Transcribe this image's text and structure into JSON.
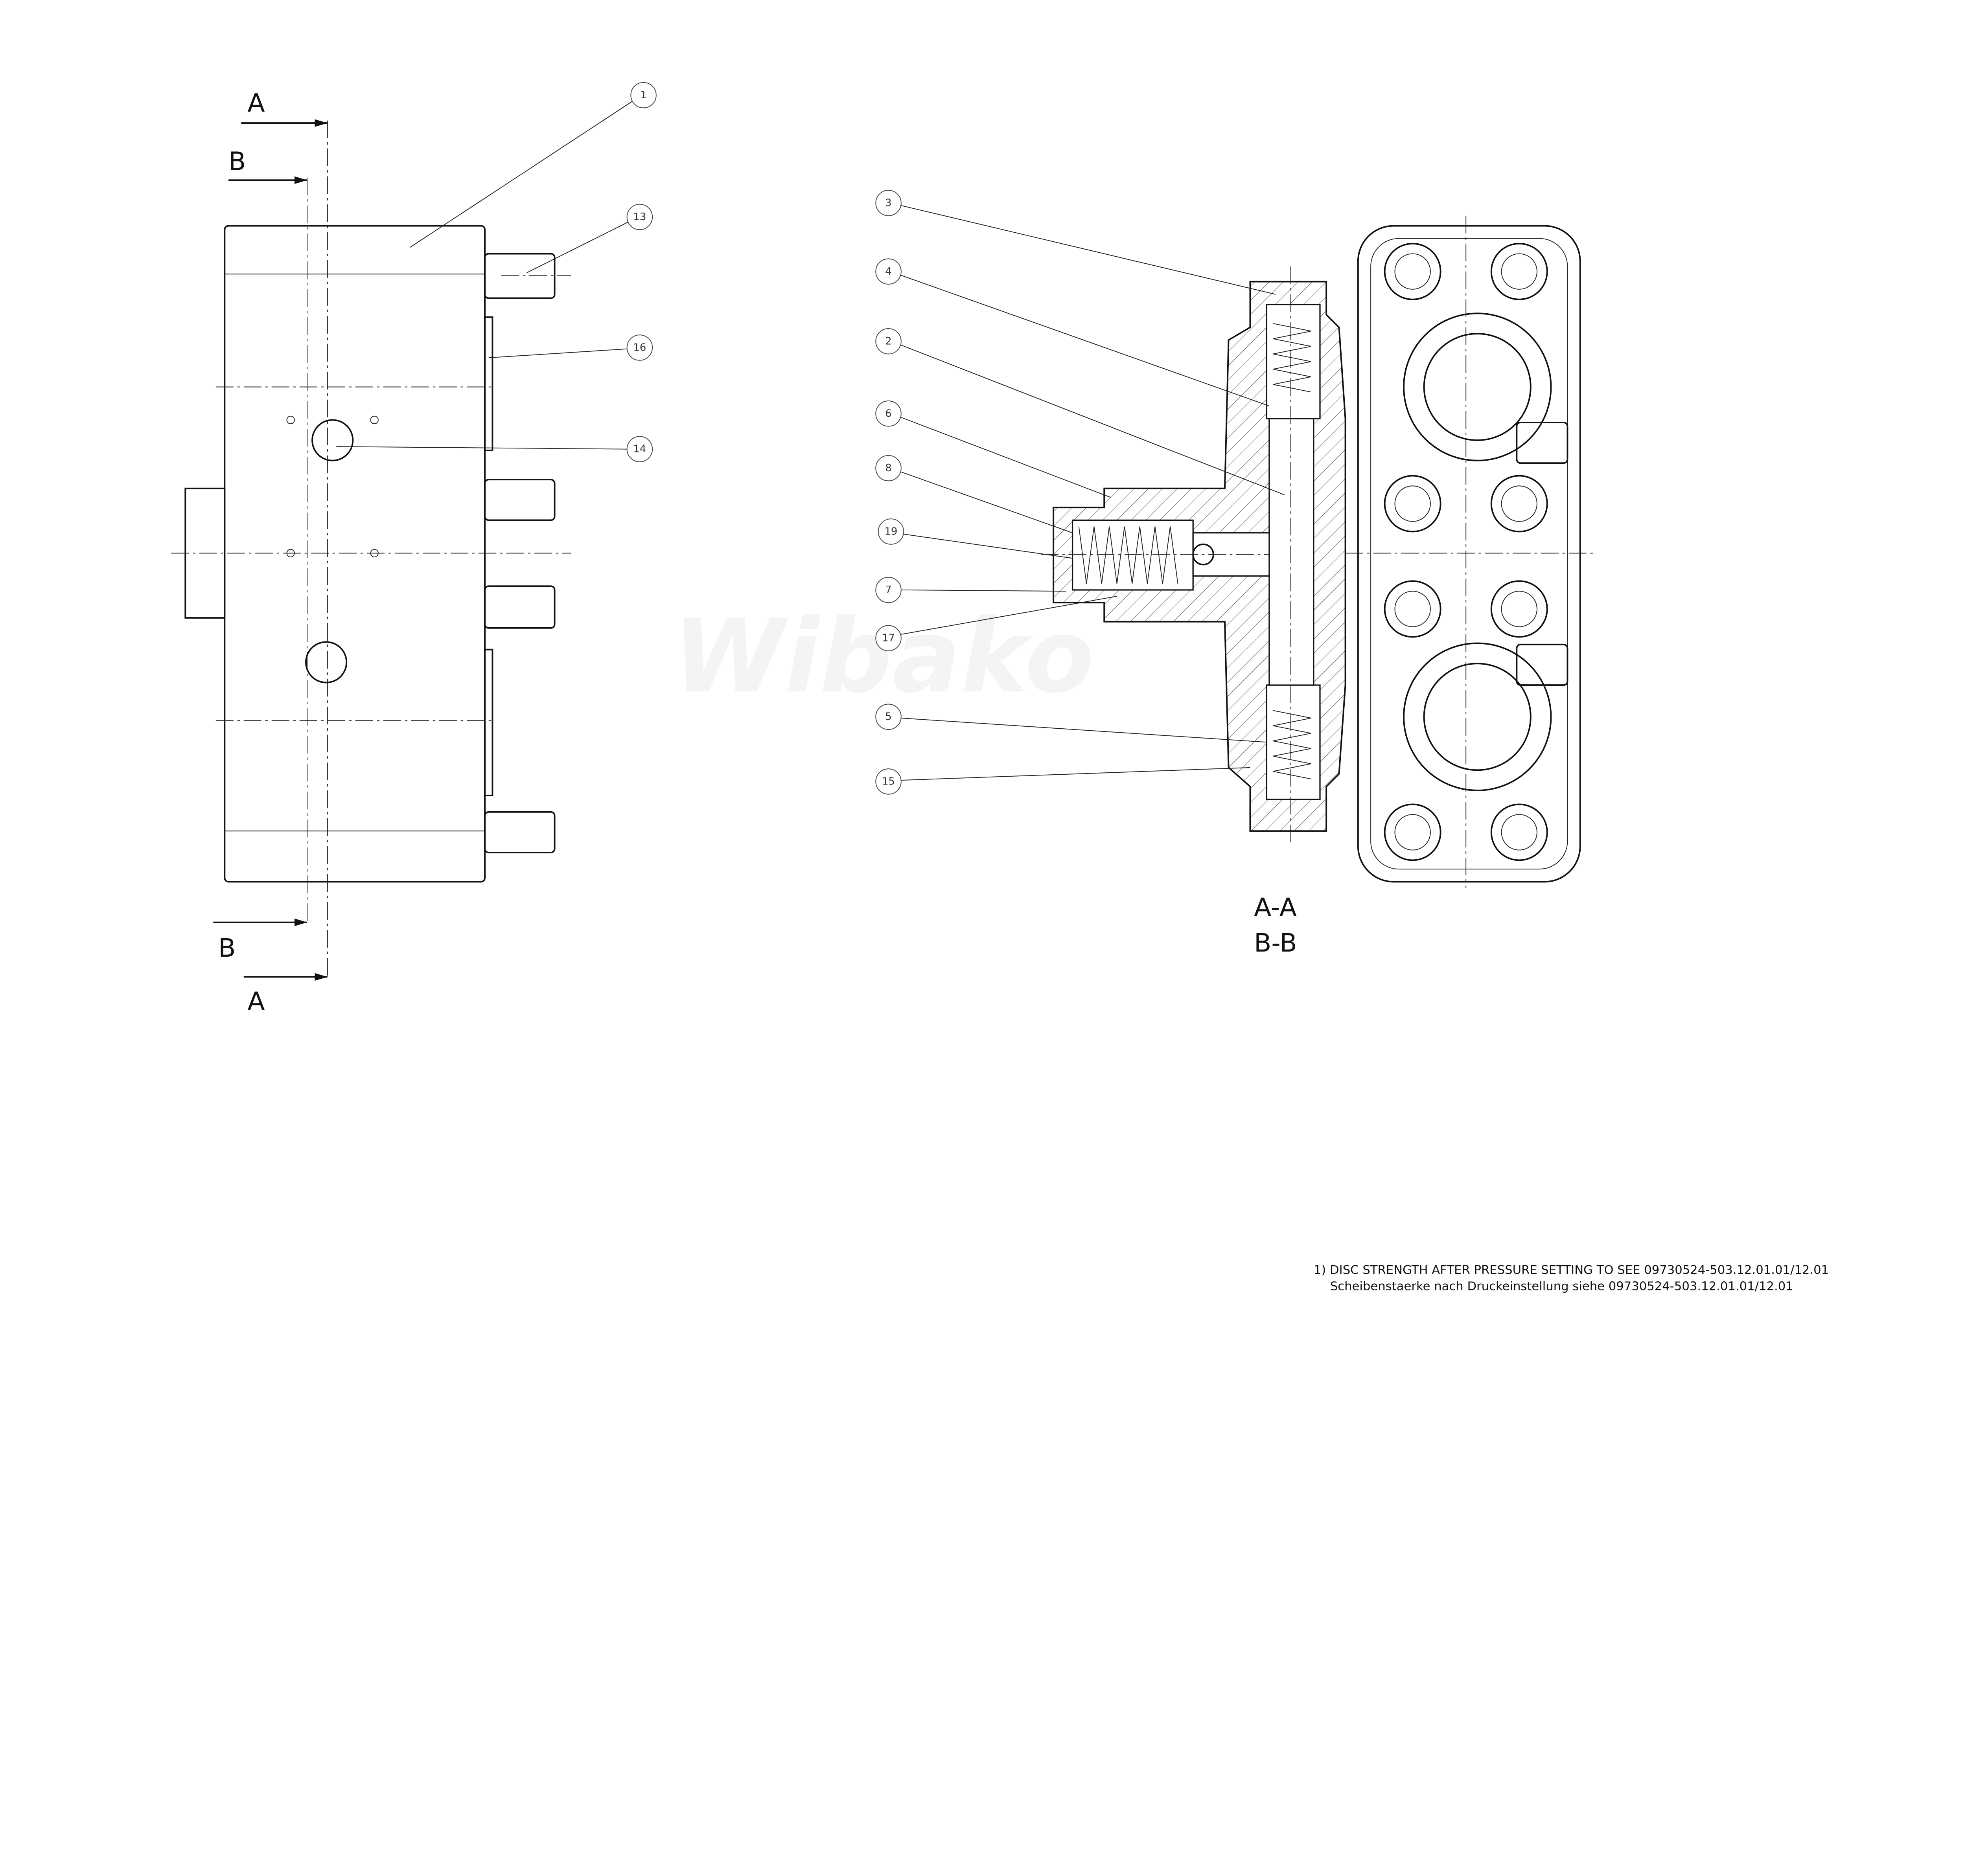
{
  "watermark": "Wibako",
  "left_view": {
    "section_markers": {
      "top_a": "A",
      "top_b": "B",
      "bottom_b": "B",
      "bottom_a": "A"
    },
    "balloons": [
      "1",
      "13",
      "16",
      "14"
    ]
  },
  "section_view": {
    "balloons": [
      "3",
      "4",
      "2",
      "6",
      "8",
      "19",
      "7",
      "17",
      "5",
      "15"
    ],
    "title_line1": "A-A",
    "title_line2": "B-B"
  },
  "notes": {
    "line1": "1) DISC STRENGTH AFTER PRESSURE SETTING TO SEE 09730524-503.12.01.01/12.01",
    "line2": "Scheibenstaerke nach Druckeinstellung siehe 09730524-503.12.01.01/12.01"
  }
}
